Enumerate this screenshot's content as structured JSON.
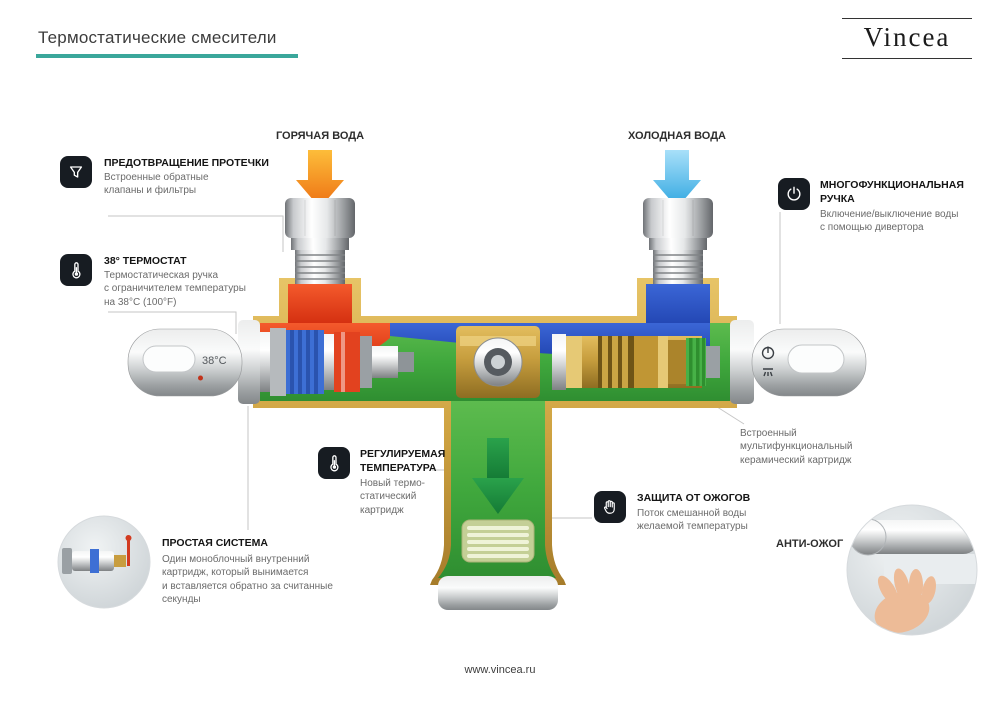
{
  "header": {
    "title": "Термостатические смесители",
    "brand": "Vincea"
  },
  "footer": {
    "url": "www.vincea.ru"
  },
  "colors": {
    "accent_teal": "#3aa79b",
    "hot_red": "#e03a18",
    "hot_arrow_orange": "#f0831a",
    "cold_blue": "#2b50c8",
    "cold_arrow_blue": "#2ea6e0",
    "mixed_green": "#3fa23b",
    "brass_gold": "#c89d3f",
    "icon_badge_bg": "#171c22"
  },
  "diagram": {
    "hot_water_label": "ГОРЯЧАЯ ВОДА",
    "cold_water_label": "ХОЛОДНАЯ ВОДА",
    "handle_temperature": "38°C",
    "anti_burn_label": "АНТИ-ОЖОГ"
  },
  "annotations": {
    "leak_prevention": {
      "icon": "check-valve-filter-icon",
      "title": "ПРЕДОТВРАЩЕНИЕ ПРОТЕЧКИ",
      "body": "Встроенные обратные\nклапаны и фильтры"
    },
    "thermostat": {
      "icon": "thermometer-icon",
      "title": "38° ТЕРМОСТАТ",
      "body": "Термостатическая ручка\nс ограничителем температуры\nна 38°C (100°F)"
    },
    "multifunction_handle": {
      "icon": "power-diverter-icon",
      "title": "МНОГОФУНКЦИОНАЛЬНАЯ\nРУЧКА",
      "body": "Включение/выключение воды\nс помощью дивертора"
    },
    "ceramic_cartridge": {
      "body": "Встроенный\nмультифункциональный\nкерамический картридж"
    },
    "adjustable_temperature": {
      "icon": "thermometer-icon",
      "title": "РЕГУЛИРУЕМАЯ\nТЕМПЕРАТУРА",
      "body": "Новый термо-\nстатический\nкартридж"
    },
    "burn_protection": {
      "icon": "hand-icon",
      "title": "ЗАЩИТА ОТ ОЖОГОВ",
      "body": "Поток смешанной воды\nжелаемой температуры"
    },
    "simple_system": {
      "title": "ПРОСТАЯ СИСТЕМА",
      "body": "Один моноблочный внутренний\nкартридж, который вынимается\nи вставляется обратно за считанные\nсекунды"
    }
  }
}
